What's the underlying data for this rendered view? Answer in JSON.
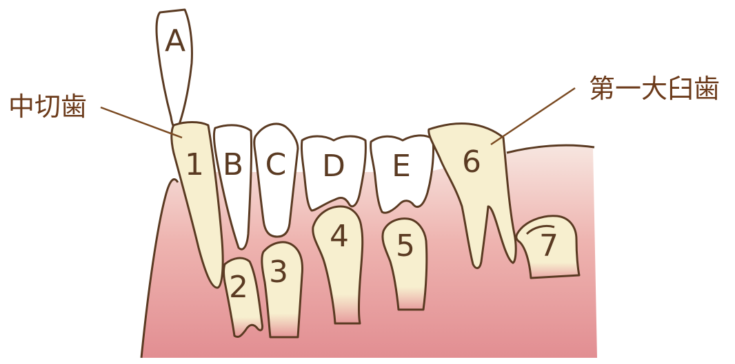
{
  "labels": {
    "central_incisor": "中切歯",
    "first_molar": "第一大臼歯"
  },
  "teeth": {
    "A": "A",
    "B": "B",
    "C": "C",
    "D": "D",
    "E": "E",
    "t1": "1",
    "t2": "2",
    "t3": "3",
    "t4": "4",
    "t5": "5",
    "t6": "6",
    "t7": "7"
  },
  "colors": {
    "gum": "#e9a4a4",
    "gum_light": "#f6dcd6",
    "permanent_tooth": "#f7efcf",
    "primary_tooth": "#ffffff",
    "outline": "#5a3a22",
    "label_text": "#6b3a1a",
    "leader_line": "#7a4a22"
  }
}
